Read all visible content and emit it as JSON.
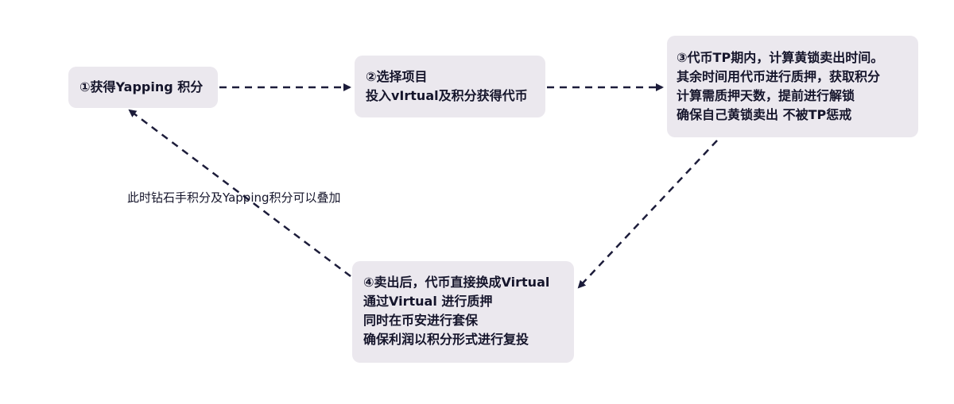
{
  "nodes": {
    "step1": {
      "lines": [
        "①获得Yapping 积分"
      ]
    },
    "step2": {
      "lines": [
        "②选择项目",
        "投入vIrtual及积分获得代币"
      ]
    },
    "step3": {
      "lines": [
        "③代币TP期内，计算黄锁卖出时间。",
        "其余时间用代币进行质押，获取积分",
        "计算需质押天数，提前进行解锁",
        "确保自己黄锁卖出  不被TP惩戒"
      ]
    },
    "step4": {
      "lines": [
        "④卖出后，代币直接换成Virtual",
        "通过Virtual 进行质押",
        "同时在币安进行套保",
        "确保利润以积分形式进行复投"
      ]
    }
  },
  "edge_label": "此时钻石手积分及Yapping积分可以叠加",
  "colors": {
    "node_fill": "#ebe8ee",
    "arrow": "#1c1c3a",
    "text": "#15152b"
  }
}
